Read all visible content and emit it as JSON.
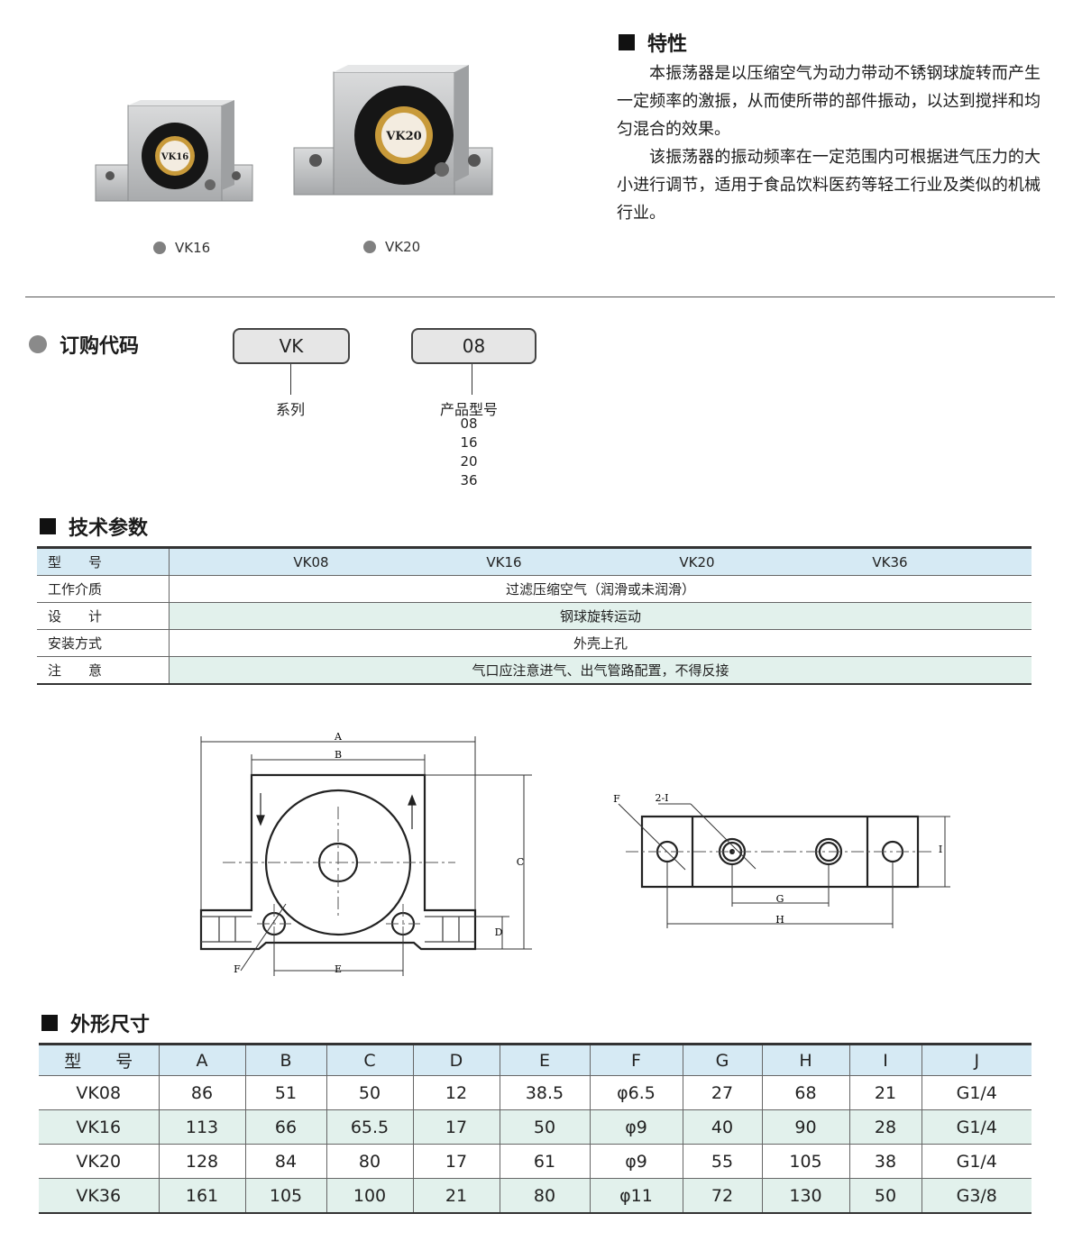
{
  "products": [
    {
      "name": "VK16",
      "badge": "VK16"
    },
    {
      "name": "VK20",
      "badge": "VK20"
    }
  ],
  "features": {
    "title": "特性",
    "paragraphs": [
      "本振荡器是以压缩空气为动力带动不锈钢球旋转而产生一定频率的激振，从而使所带的部件振动，以达到搅拌和均匀混合的效果。",
      "该振荡器的振动频率在一定范围内可根据进气压力的大小进行调节，适用于食品饮料医药等轻工行业及类似的机械行业。"
    ]
  },
  "order_code": {
    "title": "订购代码",
    "boxes": [
      {
        "code": "VK",
        "label": "系列",
        "options": []
      },
      {
        "code": "08",
        "label": "产品型号",
        "options": [
          "08",
          "16",
          "20",
          "36"
        ]
      }
    ]
  },
  "tech": {
    "title": "技术参数",
    "header_label": "型　　号",
    "models": [
      "VK08",
      "VK16",
      "VK20",
      "VK36"
    ],
    "rows": [
      {
        "label": "工作介质",
        "value": "过滤压缩空气（润滑或未润滑）"
      },
      {
        "label": "设　　计",
        "value": "钢球旋转运动"
      },
      {
        "label": "安装方式",
        "value": "外壳上孔"
      },
      {
        "label": "注　　意",
        "value": "气口应注意进气、出气管路配置，不得反接"
      }
    ]
  },
  "drawing": {
    "labels": {
      "A": "A",
      "B": "B",
      "C": "C",
      "D": "D",
      "E": "E",
      "F": "F",
      "G": "G",
      "H": "H",
      "I": "I",
      "holes": "2-I"
    }
  },
  "dims": {
    "title": "外形尺寸",
    "headers": [
      "型　　号",
      "A",
      "B",
      "C",
      "D",
      "E",
      "F",
      "G",
      "H",
      "I",
      "J"
    ],
    "rows": [
      [
        "VK08",
        "86",
        "51",
        "50",
        "12",
        "38.5",
        "φ6.5",
        "27",
        "68",
        "21",
        "G1/4"
      ],
      [
        "VK16",
        "113",
        "66",
        "65.5",
        "17",
        "50",
        "φ9",
        "40",
        "90",
        "28",
        "G1/4"
      ],
      [
        "VK20",
        "128",
        "84",
        "80",
        "17",
        "61",
        "φ9",
        "55",
        "105",
        "38",
        "G1/4"
      ],
      [
        "VK36",
        "161",
        "105",
        "100",
        "21",
        "80",
        "φ11",
        "72",
        "130",
        "50",
        "G3/8"
      ]
    ]
  }
}
